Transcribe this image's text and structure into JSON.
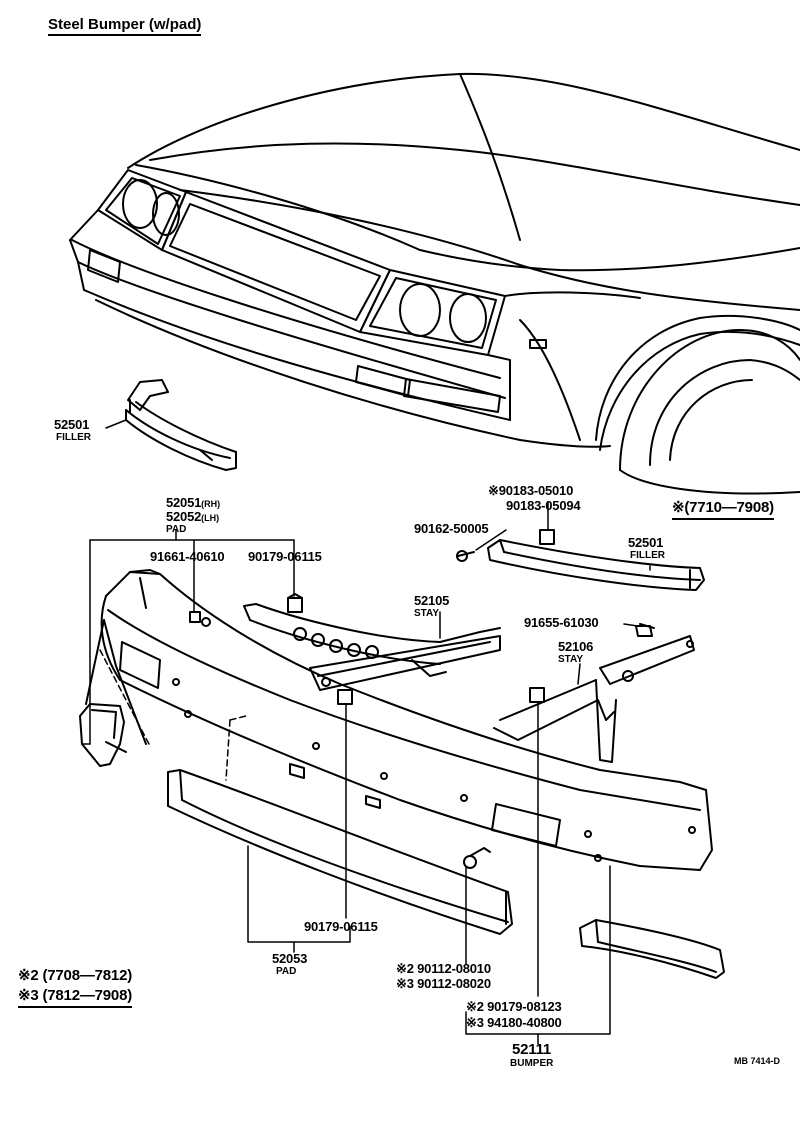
{
  "title": "Steel Bumper (w/pad)",
  "parts": {
    "filler_left_no": "52501",
    "filler_left_name": "FILLER",
    "pad_rh_no": "52051",
    "pad_rh_tag": "(RH)",
    "pad_lh_no": "52052",
    "pad_lh_tag": "(LH)",
    "pad_name": "PAD",
    "bolt_91661": "91661-40610",
    "nut_90179_top": "90179-06115",
    "screw_90183_a": "※90183-05010",
    "screw_90183_b": "90183-05094",
    "screw_90162": "90162-50005",
    "filler_right_no": "52501",
    "filler_right_name": "FILLER",
    "period_note": "※(7710—7908)",
    "stay_105_no": "52105",
    "stay_105_name": "STAY",
    "bolt_91655": "91655-61030",
    "stay_106_no": "52106",
    "stay_106_name": "STAY",
    "nut_90179_bottom": "90179-06115",
    "pad_center_no": "52053",
    "pad_center_name": "PAD",
    "bolt_90112_a": "※2 90112-08010",
    "bolt_90112_b": "※3 90112-08020",
    "nut_90179_08123": "※2 90179-08123",
    "bolt_94180": "※3 94180-40800",
    "bumper_no": "52111",
    "bumper_name": "BUMPER"
  },
  "legend": {
    "note_2": "※2 (7708—7812)",
    "note_3": "※3 (7812—7908)"
  },
  "drawing_code": "MB 7414-D"
}
